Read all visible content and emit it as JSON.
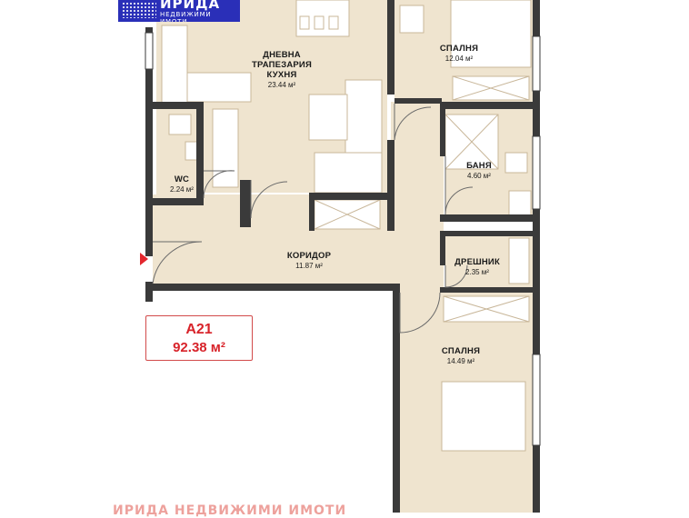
{
  "logo": {
    "brand": "ИРИДА",
    "tagline": "НЕДВИЖИМИ ИМОТИ"
  },
  "rooms": {
    "living": {
      "name_lines": [
        "ДНЕВНА",
        "ТРАПЕЗАРИЯ",
        "КУХНЯ"
      ],
      "area": "23.44 м²"
    },
    "bedroom1": {
      "name": "СПАЛНЯ",
      "area": "12.04 м²"
    },
    "bathroom": {
      "name": "БАНЯ",
      "area": "4.60 м²"
    },
    "wc": {
      "name": "WC",
      "area": "2.24 м²"
    },
    "corridor": {
      "name": "КОРИДОР",
      "area": "11.87 м²"
    },
    "closet": {
      "name": "ДРЕШНИК",
      "area": "2.35 м²"
    },
    "bedroom2": {
      "name": "СПАЛНЯ",
      "area": "14.49 м²"
    }
  },
  "unit": {
    "code": "A21",
    "area": "92.38 м²"
  },
  "watermark": "ИРИДА НЕДВИЖИМИ ИМОТИ",
  "colors": {
    "floor": "#efe4cf",
    "wall": "#3a3a3a",
    "accent": "#d8232a",
    "brand": "#2a2fb8"
  }
}
